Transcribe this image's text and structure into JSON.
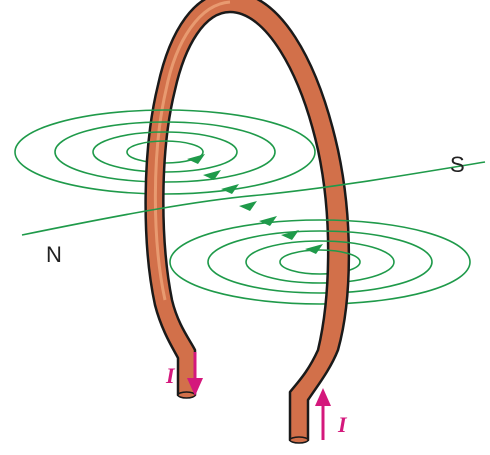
{
  "labels": {
    "north": "N",
    "south": "S",
    "current_left": "I",
    "current_right": "I"
  },
  "colors": {
    "wire_fill": "#d2704a",
    "wire_highlight": "#e89a70",
    "wire_outline": "#1a1a1a",
    "field_lines": "#1f9a4a",
    "field_arrows": "#1f9a4a",
    "current_arrows": "#d4187c"
  },
  "icons": {
    "current_down": "arrow-down-icon",
    "current_up": "arrow-up-icon",
    "field_arrow": "triangle-arrow-icon"
  }
}
